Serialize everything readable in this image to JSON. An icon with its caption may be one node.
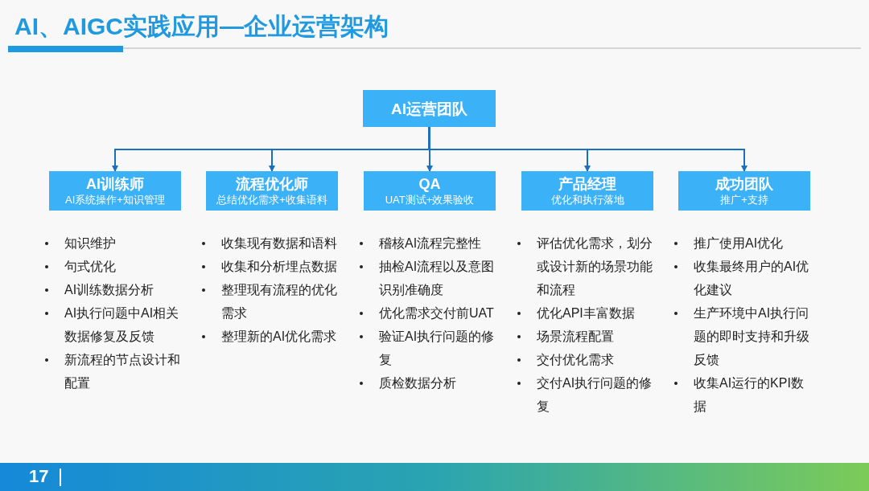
{
  "diagram": {
    "title": "AI、AIGC实践应用—企业运营架构",
    "nodes": [
      {
        "text": [
          "AI运营团队"
        ]
      },
      {
        "text": [
          "AI训练师",
          "AI系统操作+知识管理"
        ],
        "beside": [
          "知识维护",
          "句式优化",
          "AI训练数据分析",
          "AI执行问题中AI相关数据修复及反馈",
          "新流程的节点设计和配置"
        ]
      },
      {
        "text": [
          "流程优化师",
          "总结优化需求+收集语料"
        ],
        "beside": [
          "收集现有数据和语料",
          "收集和分析埋点数据",
          "整理现有流程的优化需求",
          "整理新的AI优化需求"
        ]
      },
      {
        "text": [
          "QA",
          "UAT测试+效果验收"
        ],
        "beside": [
          "稽核AI流程完整性",
          "抽检AI流程以及意图识别准确度",
          "优化需求交付前UAT",
          "验证AI执行问题的修复",
          "质检数据分析"
        ]
      },
      {
        "text": [
          "产品经理",
          "优化和执行落地"
        ],
        "beside": [
          "评估优化需求，划分或设计新的场景功能和流程",
          "优化API丰富数据",
          "场景流程配置",
          "交付优化需求",
          "交付AI执行问题的修复"
        ]
      },
      {
        "text": [
          "成功团队",
          "推广+支持"
        ],
        "beside": [
          "推广使用AI优化",
          "收集最终用户的AI优化建议",
          "生产环境中AI执行问题的即时支持和升级反馈",
          "收集AI运行的KPI数据"
        ]
      }
    ],
    "edges": [
      {
        "from": 0,
        "to": 1,
        "arrow": "to"
      },
      {
        "from": 0,
        "to": 2,
        "arrow": "to"
      },
      {
        "from": 0,
        "to": 3,
        "arrow": "to"
      },
      {
        "from": 0,
        "to": 4,
        "arrow": "to"
      },
      {
        "from": 0,
        "to": 5,
        "arrow": "to"
      }
    ],
    "labels": [
      "17"
    ]
  }
}
